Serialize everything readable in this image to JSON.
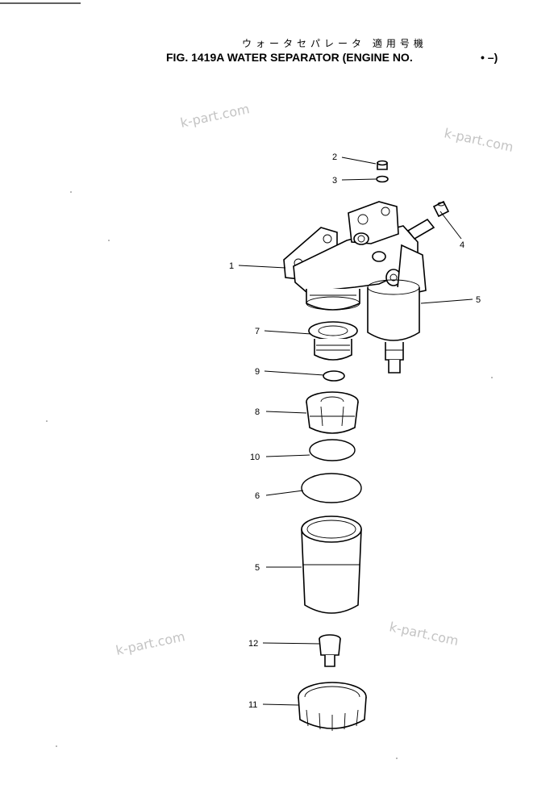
{
  "header": {
    "japanese_title": "ウォータセパレータ 適用号機",
    "figure_title": "FIG. 1419A WATER SEPARATOR (ENGINE NO.",
    "engine_no_suffix": "•  –)"
  },
  "watermark": "k-part.com",
  "callouts": [
    "1",
    "2",
    "3",
    "4",
    "5",
    "5",
    "6",
    "7",
    "8",
    "9",
    "10",
    "11",
    "12"
  ]
}
